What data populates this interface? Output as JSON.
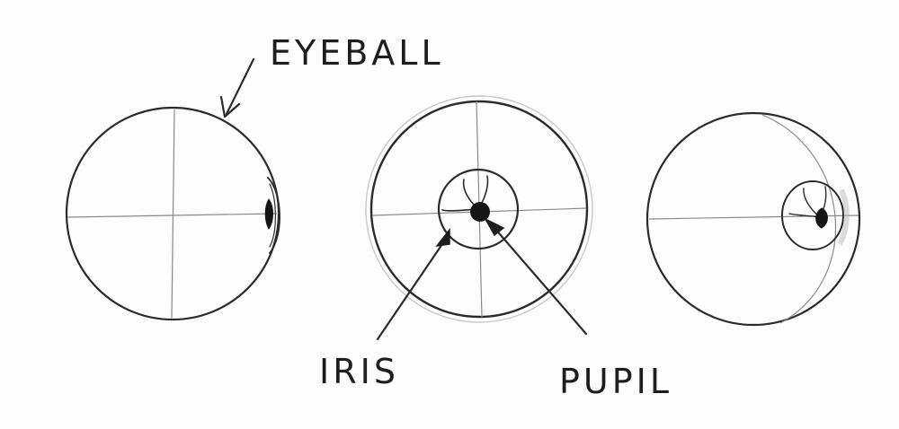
{
  "labels": {
    "eyeball": "EYEBALL",
    "iris": "IRIS",
    "pupil": "PUPIL"
  },
  "colors": {
    "pencil": "#2b2b2b",
    "guide": "#8a8a8a",
    "paper": "#fdfdfd"
  }
}
